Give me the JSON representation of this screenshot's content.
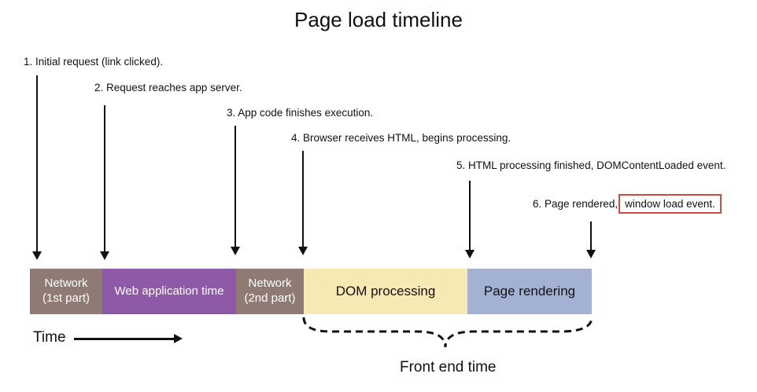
{
  "title": "Page load timeline",
  "steps": [
    "1. Initial request (link clicked).",
    "2. Request reaches app server.",
    "3. App code finishes execution.",
    "4. Browser receives HTML, begins processing.",
    "5. HTML processing finished, DOMContentLoaded event.",
    "6. Page rendered,",
    "window load event."
  ],
  "segments": [
    {
      "line1": "Network",
      "line2": "(1st part)",
      "color": "#8f7b73"
    },
    {
      "line1": "Web application time",
      "line2": "",
      "color": "#8e5aa7"
    },
    {
      "line1": "Network",
      "line2": "(2nd part)",
      "color": "#8f7b73"
    },
    {
      "line1": "DOM processing",
      "line2": "",
      "color": "#f6e9b4"
    },
    {
      "line1": "Page rendering",
      "line2": "",
      "color": "#a3b2d2"
    }
  ],
  "time_label": "Time",
  "front_end_label": "Front end time",
  "highlight_color": "#d04a3f"
}
